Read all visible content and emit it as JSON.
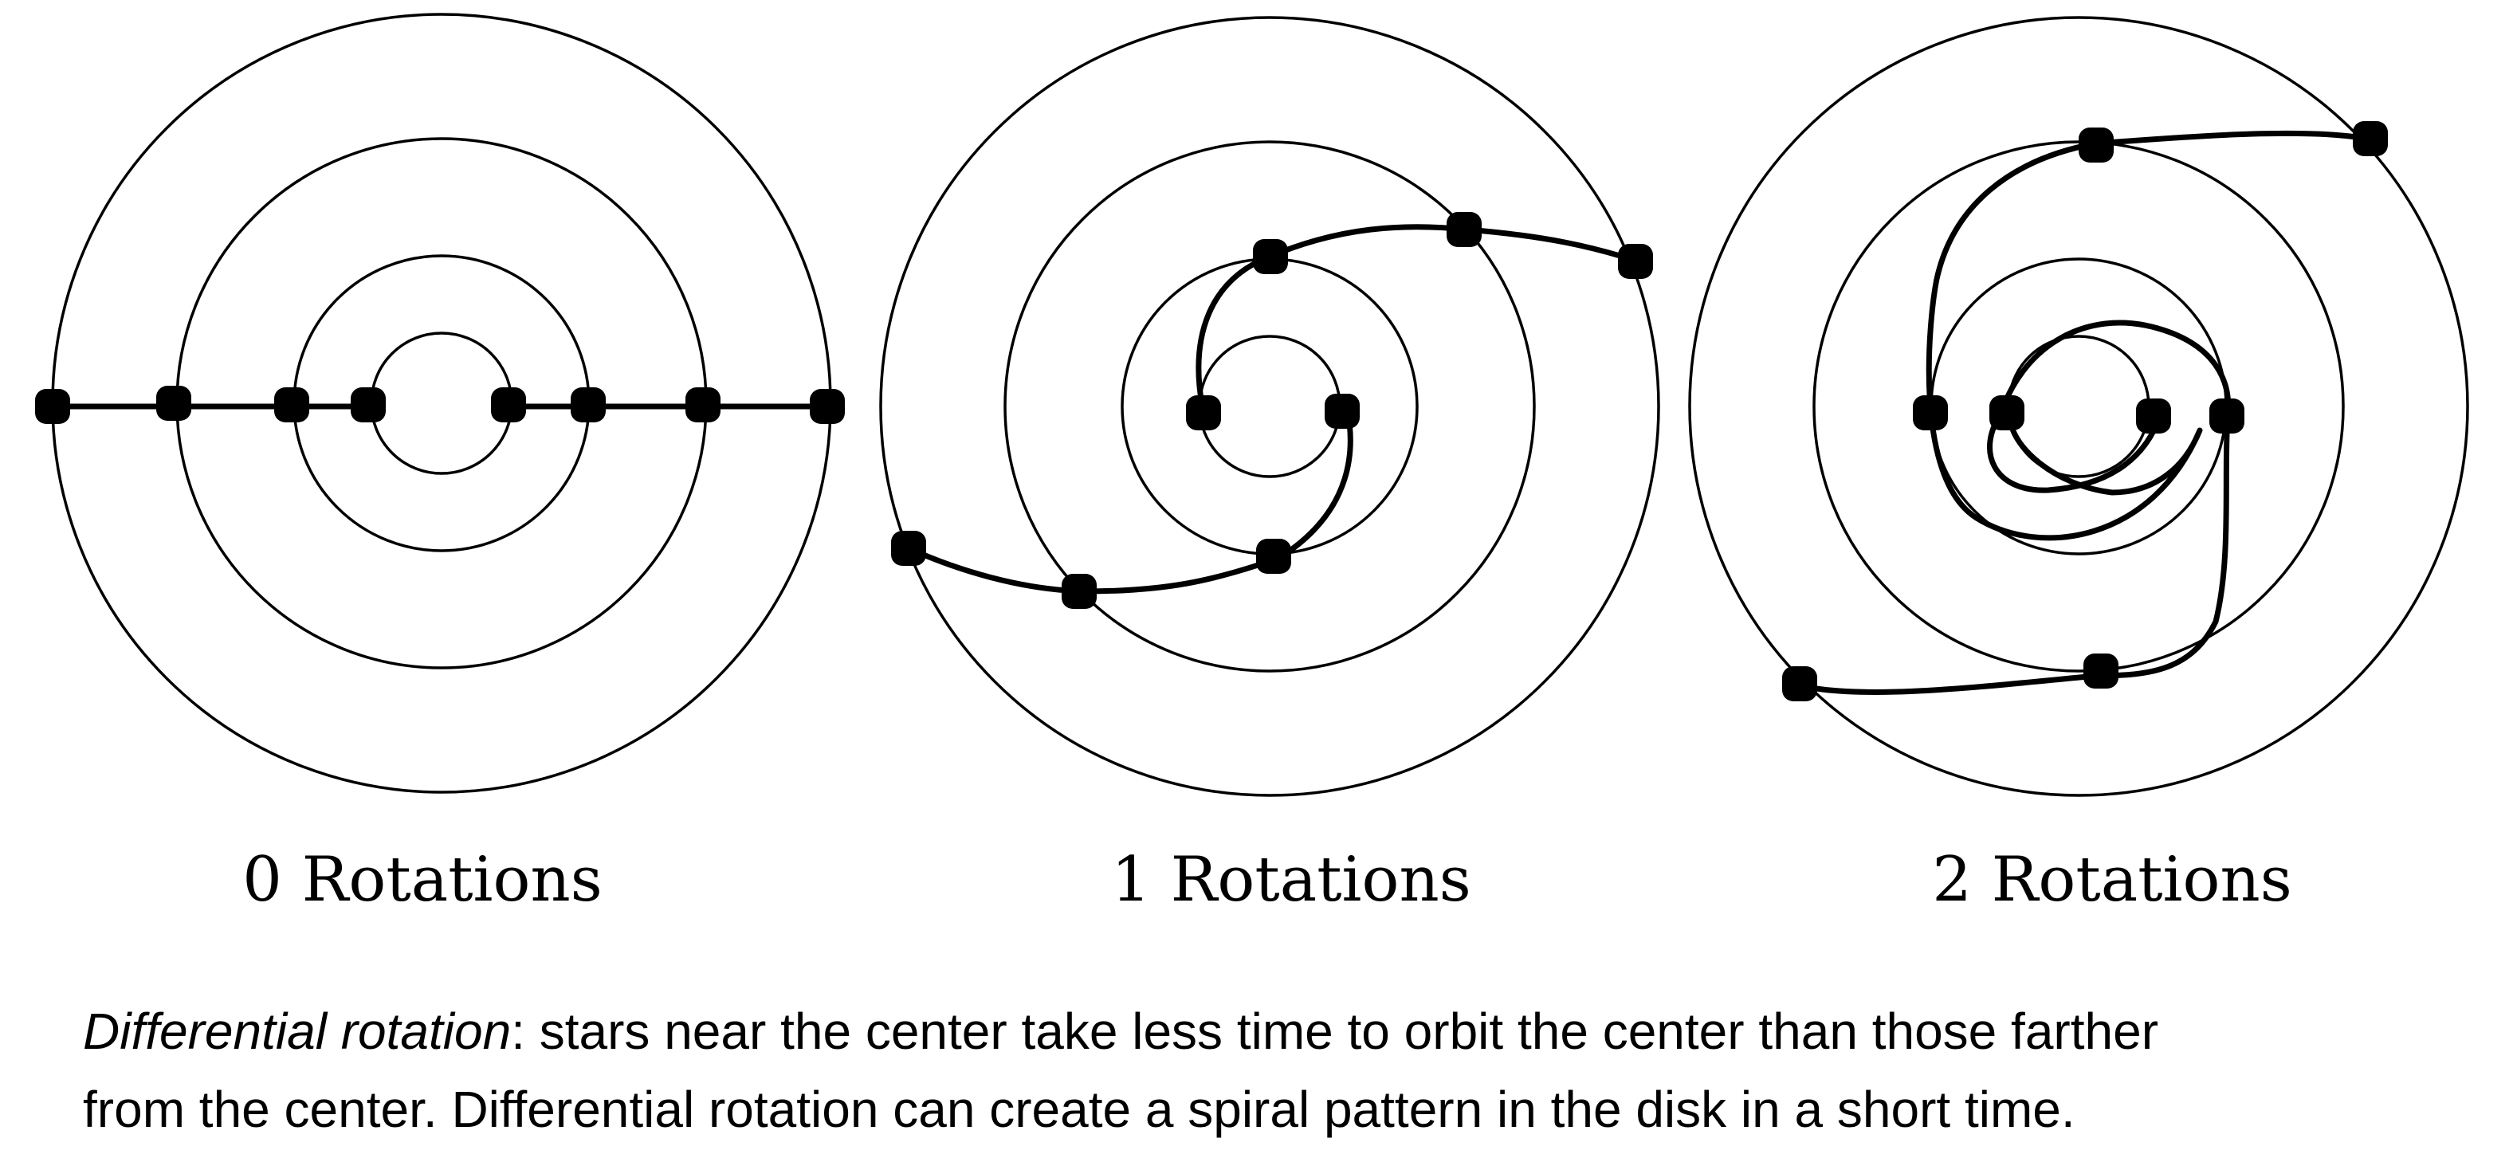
{
  "labels": [
    "0 Rotations",
    "1 Rotations",
    "2 Rotations"
  ],
  "caption": {
    "term": "Differential rotation",
    "line1_rest": ": stars near the center take less time to orbit the center than those farther",
    "line2": "from the center. Differential rotation can create a spiral pattern in the disk in a short time."
  }
}
